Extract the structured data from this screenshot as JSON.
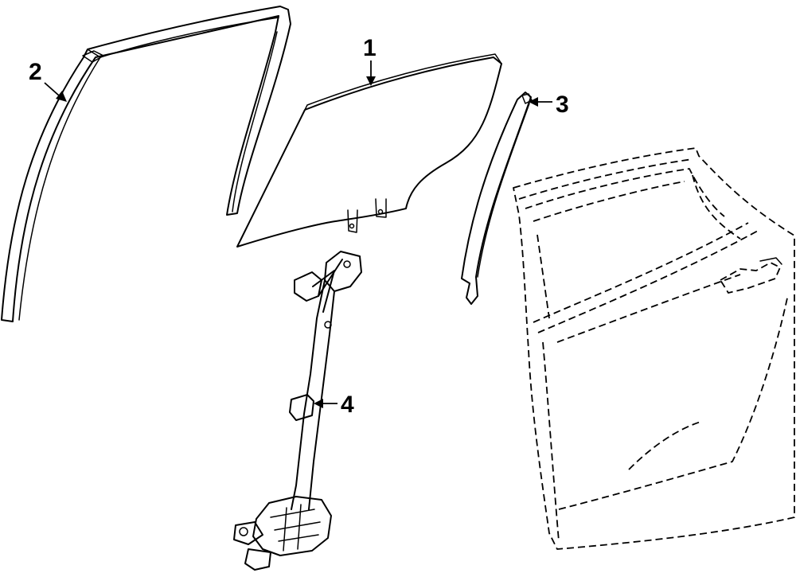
{
  "diagram": {
    "callouts": [
      {
        "id": "1",
        "label": "1",
        "part": "door-glass"
      },
      {
        "id": "2",
        "label": "2",
        "part": "glass-run-channel"
      },
      {
        "id": "3",
        "label": "3",
        "part": "rear-channel"
      },
      {
        "id": "4",
        "label": "4",
        "part": "window-regulator"
      }
    ],
    "parts": [
      "door-glass",
      "glass-run-channel",
      "rear-channel",
      "window-regulator",
      "rear-door-shell"
    ]
  }
}
